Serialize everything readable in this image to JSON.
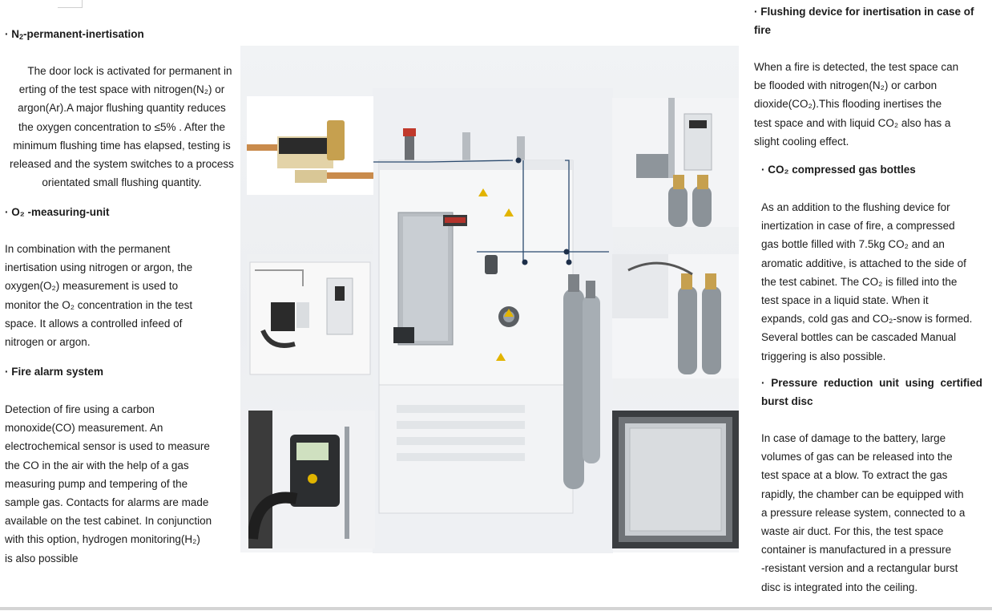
{
  "left": {
    "n2": {
      "heading_pre": "· N",
      "heading_sub": "2",
      "heading_post": "-permanent-inertisation",
      "lines": [
        "The door lock is activated for permanent in",
        "erting of the test space with nitrogen(N₂) or",
        "argon(Ar).A major flushing quantity reduces",
        "the oxygen concentration to ≤5% . After the",
        "minimum flushing time has elapsed, testing is",
        "released and the system switches to a process",
        "orientated small flushing quantity."
      ]
    },
    "o2": {
      "heading": "· O₂ -measuring-unit",
      "lines": [
        "In combination with the permanent",
        "inertisation using nitrogen or argon, the",
        "oxygen(O₂) measurement is used to",
        "monitor the O₂ concentration in the test",
        "space. It allows a controlled infeed of",
        "nitrogen or argon."
      ]
    },
    "fire": {
      "heading": "· Fire alarm system",
      "lines": [
        "Detection of fire using a carbon",
        "monoxide(CO) measurement. An",
        "electrochemical sensor is used to measure",
        "the CO in the air with the help of a gas",
        "measuring pump and tempering of the",
        "sample gas. Contacts for alarms are made",
        "available on the test cabinet. In conjunction",
        "with this option, hydrogen monitoring(H₂)",
        "is also possible"
      ]
    }
  },
  "right": {
    "flush": {
      "heading": "· Flushing device for inertisation in case of fire",
      "lines": [
        "When a fire is detected, the test space can",
        "be flooded with nitrogen(N₂) or carbon",
        "dioxide(CO₂).This flooding inertises the",
        "test space and with liquid CO₂ also has a",
        "slight cooling effect."
      ]
    },
    "co2": {
      "heading": "· CO₂ compressed gas bottles",
      "lines": [
        "As an addition to the flushing device for",
        "inertization in case of fire, a compressed",
        "gas bottle filled with 7.5kg CO₂ and an",
        "aromatic additive, is attached to the side of",
        "the test cabinet. The CO₂ is filled into the",
        "test space in a liquid state. When it",
        "expands, cold gas and CO₂-snow is formed.",
        "Several bottles can be cascaded Manual",
        "triggering is also possible."
      ]
    },
    "pressure": {
      "heading_l1": "· Pressure reduction unit using certified",
      "heading_l2": "burst disc",
      "lines": [
        "In case of damage to the battery, large",
        "volumes of gas can be released into the",
        "test space at a blow. To extract the gas",
        "rapidly, the chamber can be equipped with",
        "a pressure release system, connected to a",
        "waste air duct. For this, the test space",
        "container is manufactured in a pressure",
        "-resistant version and a rectangular burst",
        "disc is integrated into the ceiling."
      ]
    }
  },
  "colors": {
    "text": "#1b1b1b",
    "chamber_white": "#f4f5f6",
    "steel": "#9aa1a7",
    "callout_line": "#2b4a6e",
    "copper": "#c98b4c"
  },
  "icons": [
    "flow-meter-photo",
    "o2-sensor-photo",
    "co-sensor-photo",
    "test-chamber-photo",
    "gas-bottles-photo",
    "burst-disc-photo"
  ]
}
